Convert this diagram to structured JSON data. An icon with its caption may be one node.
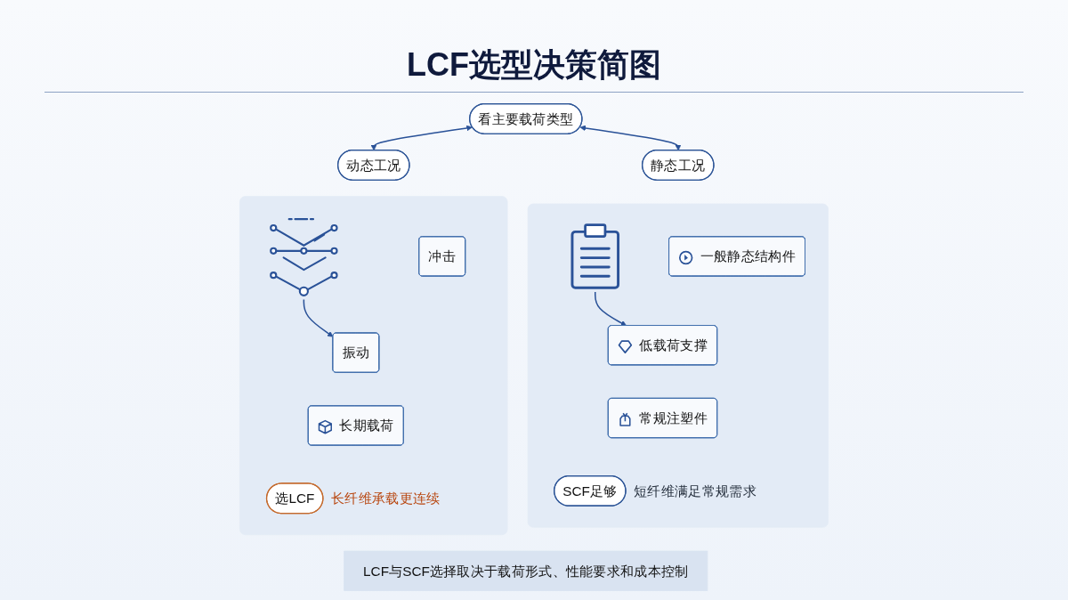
{
  "diagram": {
    "title": "LCF选型决策简图",
    "nodes": [
      {
        "text": [
          "看主要载荷类型"
        ]
      },
      {
        "text": [
          "动态工况"
        ]
      },
      {
        "text": [],
        "shape": "box"
      },
      {
        "text": [],
        "shape": "picture",
        "in": 2
      },
      {
        "text": [
          "冲击"
        ],
        "in": 2
      },
      {
        "text": [
          "振动"
        ],
        "in": 2
      },
      {
        "text": [
          "长期载荷"
        ],
        "in": 2
      },
      {
        "text": [
          "选LCF"
        ],
        "in": 2,
        "beside": [
          "长纤维承载更连续"
        ]
      },
      {
        "text": [
          "静态工况"
        ]
      },
      {
        "text": [],
        "shape": "box"
      },
      {
        "text": [],
        "shape": "picture",
        "in": 9
      },
      {
        "text": [
          "一般静态结构件"
        ],
        "in": 9
      },
      {
        "text": [
          "低载荷支撑"
        ],
        "in": 9
      },
      {
        "text": [
          "常规注塑件"
        ],
        "in": 9
      },
      {
        "text": [
          "SCF足够"
        ],
        "in": 9,
        "beside": [
          "短纤维满足常规需求"
        ]
      },
      {
        "text": [
          "LCF与SCF选择取决于载荷形式、性能要求和成本控制"
        ]
      }
    ],
    "edges": [
      {
        "from": 0,
        "to": 1,
        "arrow": "both"
      },
      {
        "from": 0,
        "to": 8,
        "arrow": "both"
      },
      {
        "from": 3,
        "to": 5,
        "arrow": "to"
      },
      {
        "from": 10,
        "to": 12,
        "arrow": "to"
      }
    ]
  }
}
